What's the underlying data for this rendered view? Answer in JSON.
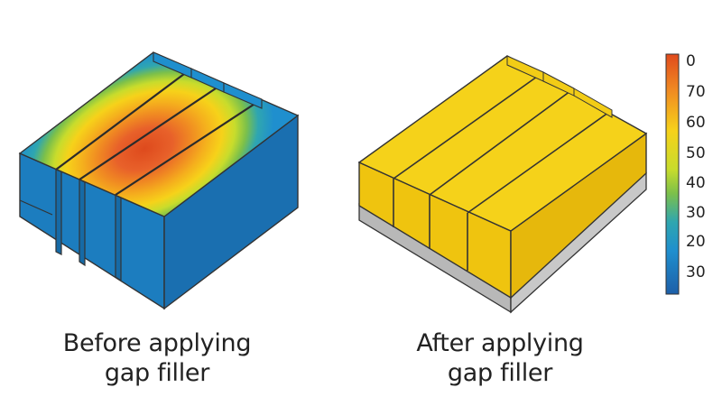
{
  "colors": {
    "hot": "#e04a1c",
    "warm": "#f07a1f",
    "orange": "#f4a01c",
    "yellow": "#f6d21a",
    "lime": "#c8dc2c",
    "green": "#7cc04a",
    "teal": "#2fa6b0",
    "blue": "#1f8fce",
    "uniform": "#f5d21a",
    "substrate": "#c8c8c8"
  },
  "panels": {
    "before": {
      "caption_line1": "Before applying",
      "caption_line2": "gap filler"
    },
    "after": {
      "caption_line1": "After applying",
      "caption_line2": "gap filler"
    }
  },
  "colorbar": {
    "ticks": [
      "0",
      "70",
      "60",
      "50",
      "40",
      "30",
      "20",
      "30"
    ],
    "gradient": [
      "#e04a1c",
      "#f4a01c",
      "#f6d21a",
      "#c8dc2c",
      "#7cc04a",
      "#2fa6b0",
      "#1f8fce",
      "#1d5fa8"
    ]
  }
}
